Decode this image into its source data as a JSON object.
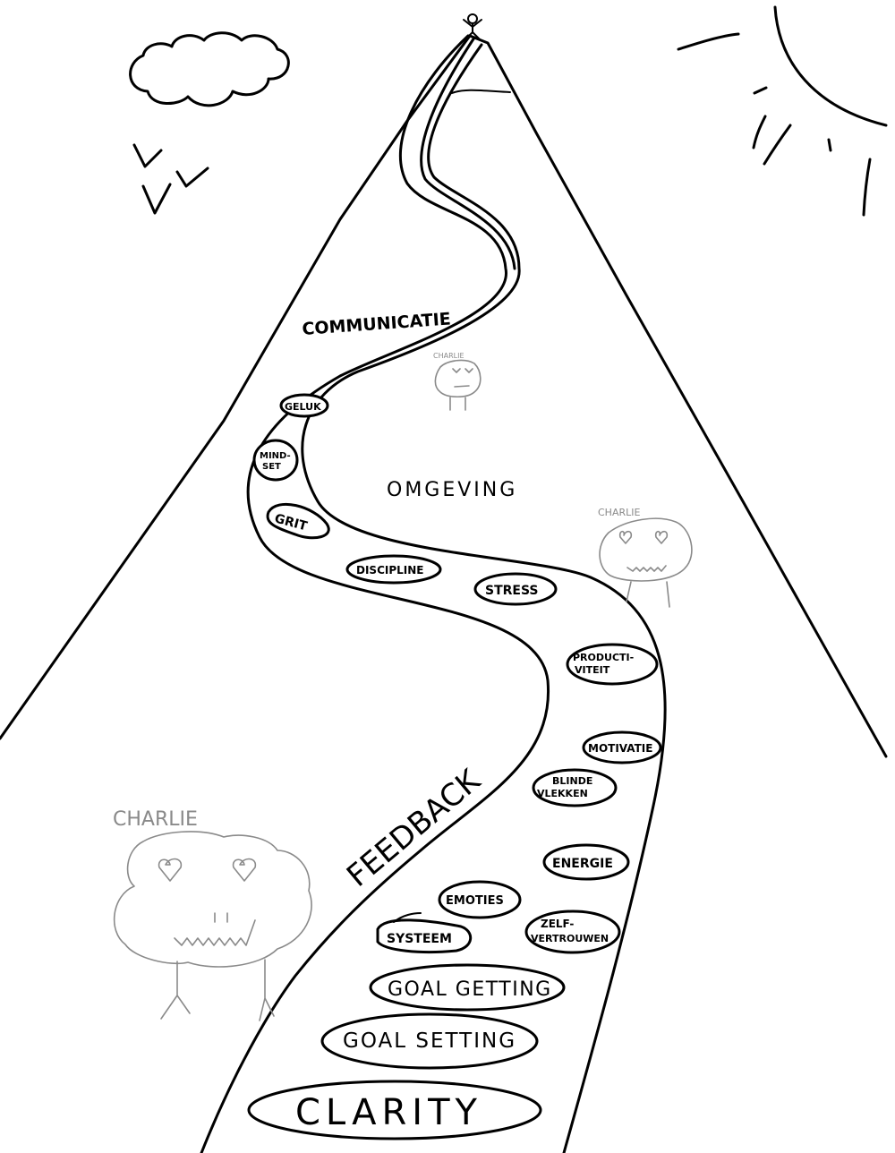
{
  "labels": {
    "communicatie": "COMMUNICATIE",
    "omgeving": "OMGEVING",
    "feedback": "FEEDBACK"
  },
  "stones": {
    "geluk": "GELUK",
    "mindset_1": "MIND-",
    "mindset_2": "SET",
    "grit": "GRIT",
    "discipline": "DISCIPLINE",
    "stress": "STRESS",
    "productiviteit_1": "PRODUCTI-",
    "productiviteit_2": "VITEIT",
    "motivatie": "MOTIVATIE",
    "blinde_vlekken_1": "BLINDE",
    "blinde_vlekken_2": "VLEKKEN",
    "energie": "ENERGIE",
    "emoties": "EMOTIES",
    "zelfvertrouwen_1": "ZELF-",
    "zelfvertrouwen_2": "VERTROUWEN",
    "systeem": "SYSTEEM",
    "goal_getting": "GOAL GETTING",
    "goal_setting": "GOAL SETTING",
    "clarity": "CLARITY"
  },
  "characters": {
    "large": "CHARLIE",
    "medium": "CHARLIE",
    "small": "CHARLIE"
  },
  "icons": [
    "cloud-icon",
    "bird-icon",
    "sun-icon",
    "stick-figure-icon",
    "mountain",
    "path"
  ]
}
